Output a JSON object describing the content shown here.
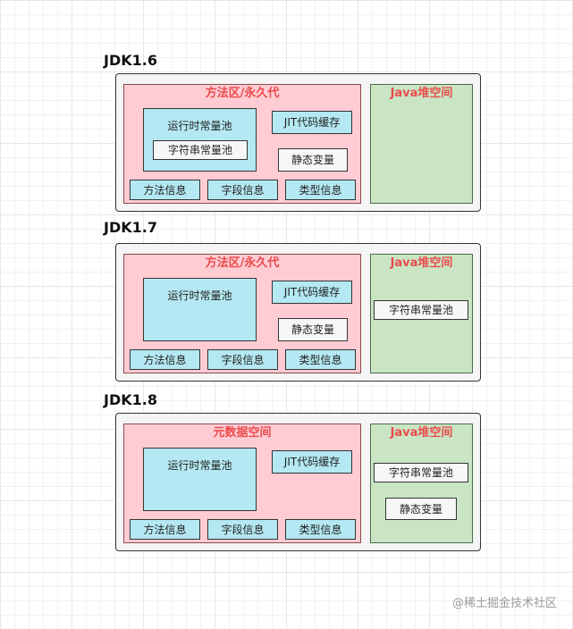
{
  "sections": [
    {
      "title": "JDK1.6",
      "method_area_title": "方法区/永久代",
      "heap_title": "Java堆空间",
      "runtime_pool": "运行时常量池",
      "string_pool": "字符串常量池",
      "jit_cache": "JIT代码缓存",
      "static_vars": "静态变量",
      "bottom_boxes": [
        "方法信息",
        "字段信息",
        "类型信息"
      ]
    },
    {
      "title": "JDK1.7",
      "method_area_title": "方法区/永久代",
      "heap_title": "Java堆空间",
      "runtime_pool": "运行时常量池",
      "string_pool": "字符串常量池",
      "jit_cache": "JIT代码缓存",
      "static_vars": "静态变量",
      "bottom_boxes": [
        "方法信息",
        "字段信息",
        "类型信息"
      ]
    },
    {
      "title": "JDK1.8",
      "method_area_title": "元数据空间",
      "heap_title": "Java堆空间",
      "runtime_pool": "运行时常量池",
      "string_pool": "字符串常量池",
      "jit_cache": "JIT代码缓存",
      "static_vars": "静态变量",
      "bottom_boxes": [
        "方法信息",
        "字段信息",
        "类型信息"
      ]
    }
  ],
  "watermark": "@稀土掘金技术社区",
  "colors": {
    "method_area_fill": "#ffccd4",
    "heap_fill": "#c9e5c4",
    "box_cyan": "#b4e8f2",
    "box_white": "#f7f7f7",
    "area_title": "#ea4b4b"
  }
}
